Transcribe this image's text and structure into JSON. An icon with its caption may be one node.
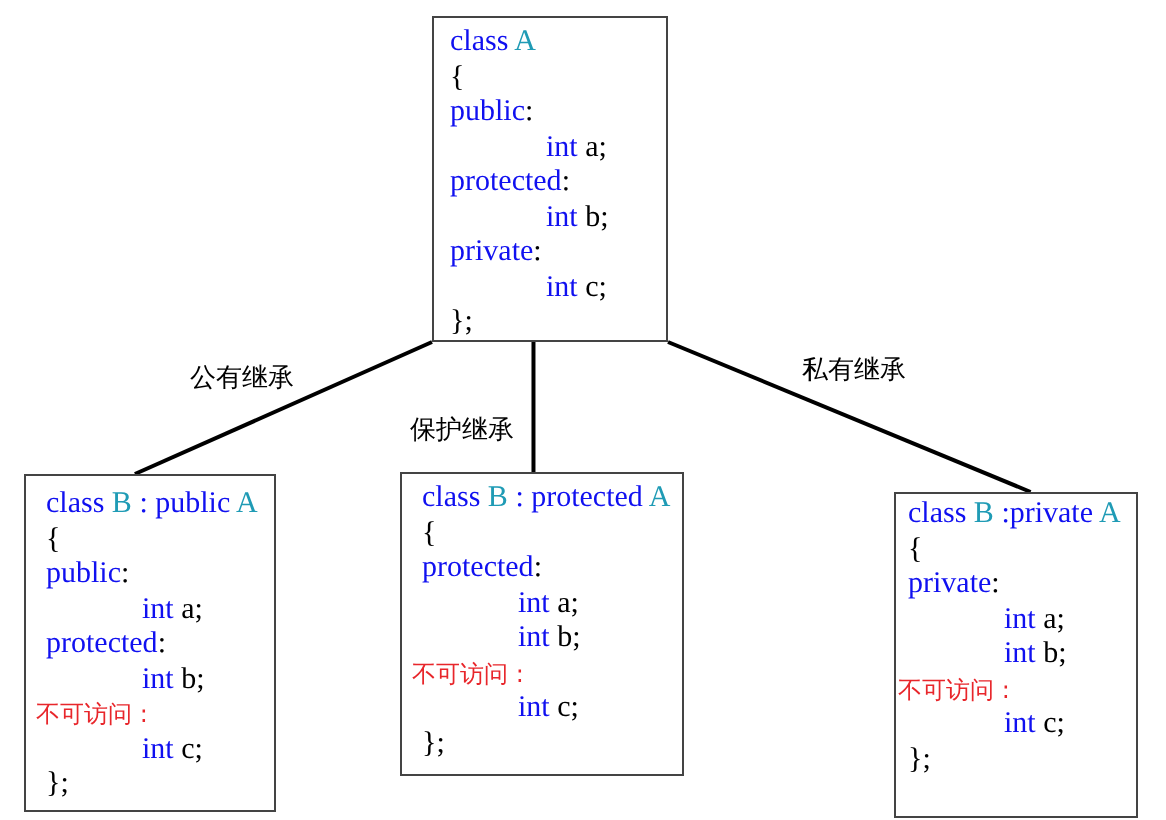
{
  "diagram": {
    "nodes": [
      {
        "text": [
          "class A",
          "{",
          "public:",
          "int a;",
          "protected:",
          "int b;",
          "private:",
          "int c;",
          "};"
        ]
      },
      {
        "text": [
          "class B : public A",
          "{",
          "public:",
          "int a;",
          "protected:",
          "int b;",
          "不可访问 :",
          "int c;",
          "};"
        ]
      },
      {
        "text": [
          "class B : protected A",
          "{",
          "protected:",
          "int a;",
          "int b;",
          "不可访问 :",
          "int c;",
          "};"
        ]
      },
      {
        "text": [
          "class B :private A",
          "{",
          "private:",
          "int a;",
          "int b;",
          "不可访问 :",
          "int c;",
          "};"
        ]
      }
    ],
    "edges": [
      {
        "from": 0,
        "to": 1,
        "arrow": "none",
        "label": "公有继承"
      },
      {
        "from": 0,
        "to": 2,
        "arrow": "none",
        "label": "保护继承"
      },
      {
        "from": 0,
        "to": 3,
        "arrow": "none",
        "label": "私有继承"
      }
    ]
  }
}
